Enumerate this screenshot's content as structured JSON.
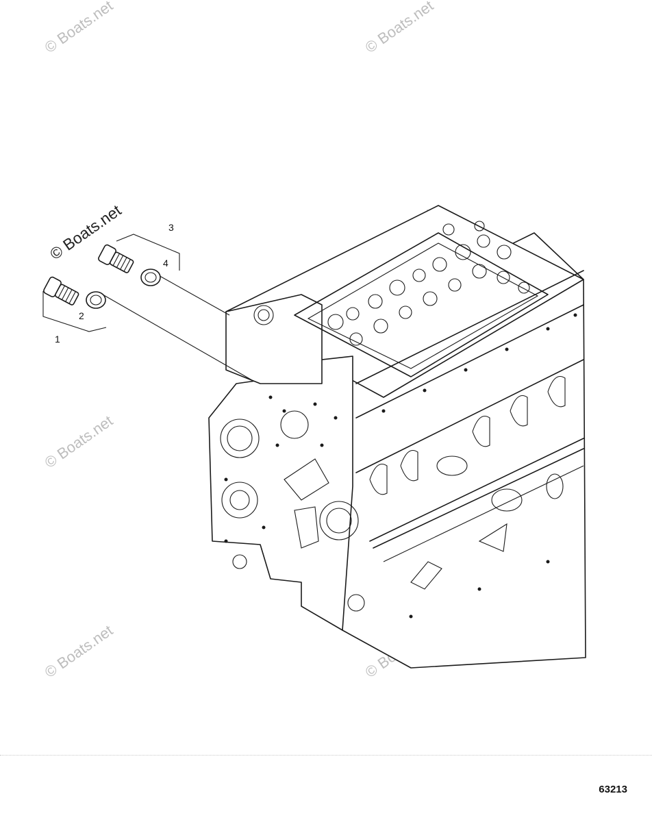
{
  "watermark": {
    "text": "© Boats.net",
    "copyright_symbol": "©",
    "brand": "Boats.net"
  },
  "callouts": [
    {
      "number": "1",
      "part": "plug assembly"
    },
    {
      "number": "2",
      "part": "sealing washer"
    },
    {
      "number": "3",
      "part": "plug assembly"
    },
    {
      "number": "4",
      "part": "sealing washer"
    }
  ],
  "figure_number": "63213"
}
